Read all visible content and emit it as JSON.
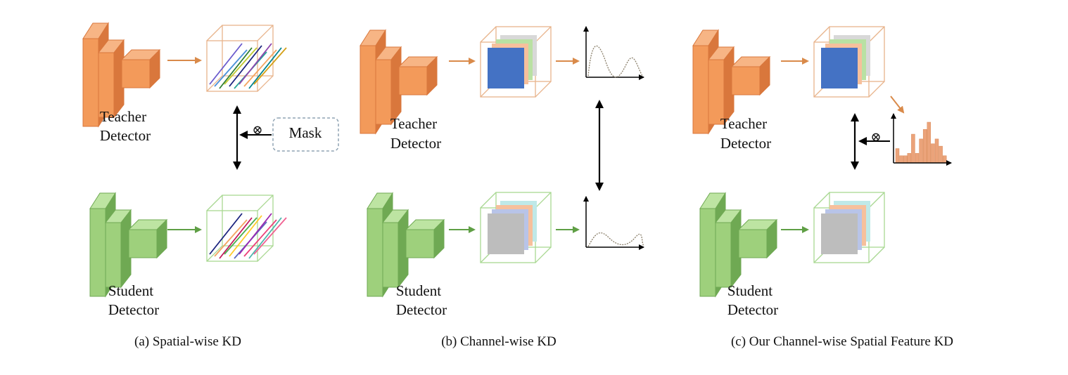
{
  "colors": {
    "teacher_front": "#f39a5a",
    "teacher_side": "#d9773c",
    "teacher_top": "#f7b585",
    "student_front": "#9ed07c",
    "student_side": "#6fa953",
    "student_top": "#bde4a2",
    "teacher_arrow": "#d98a4a",
    "student_arrow": "#5f9f45",
    "teacher_box_edge": "#e8b48c",
    "student_box_edge": "#a9d892",
    "teacher_map_front": "#4472c4",
    "student_map_front": "#bdbdbd",
    "histogram": "#eba37a",
    "mask_border": "#8fa3b3"
  },
  "panels": [
    {
      "teacher_label": [
        "Teacher",
        "Detector"
      ],
      "student_label": [
        "Student",
        "Detector"
      ],
      "mask_label": "Mask",
      "multiply_symbol": "⊗",
      "caption": "(a) Spatial-wise KD"
    },
    {
      "teacher_label": [
        "Teacher",
        "Detector"
      ],
      "student_label": [
        "Student",
        "Detector"
      ],
      "caption": "(b) Channel-wise KD"
    },
    {
      "teacher_label": [
        "Teacher",
        "Detector"
      ],
      "student_label": [
        "Student",
        "Detector"
      ],
      "multiply_symbol": "⊗",
      "caption": "(c) Our Channel-wise Spatial Feature KD"
    }
  ],
  "histogram": {
    "type": "bar",
    "values": [
      6,
      3,
      3,
      4,
      12,
      4,
      10,
      14,
      17,
      8,
      10,
      7,
      3
    ]
  }
}
